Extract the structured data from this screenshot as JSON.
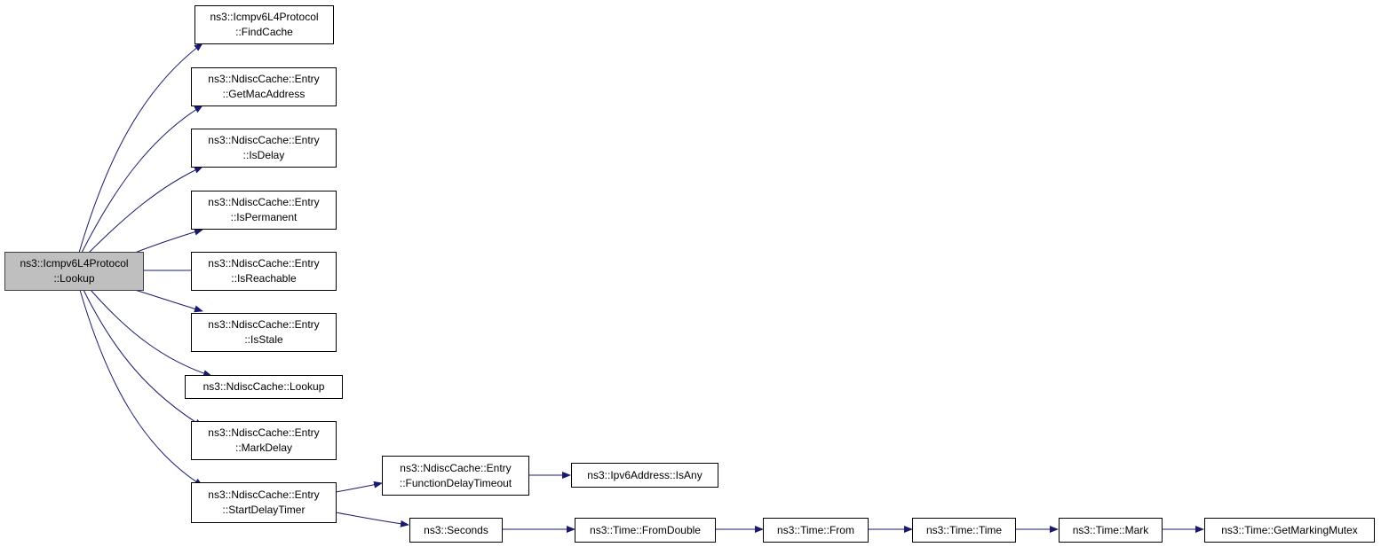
{
  "colors": {
    "edge": "#191970",
    "root_fill": "#bfbfbf",
    "node_fill": "#ffffff",
    "border": "#000000"
  },
  "nodes": {
    "root": {
      "line1": "ns3::Icmpv6L4Protocol",
      "line2": "::Lookup"
    },
    "findcache": {
      "line1": "ns3::Icmpv6L4Protocol",
      "line2": "::FindCache"
    },
    "getmac": {
      "line1": "ns3::NdiscCache::Entry",
      "line2": "::GetMacAddress"
    },
    "isdelay": {
      "line1": "ns3::NdiscCache::Entry",
      "line2": "::IsDelay"
    },
    "isperm": {
      "line1": "ns3::NdiscCache::Entry",
      "line2": "::IsPermanent"
    },
    "isreach": {
      "line1": "ns3::NdiscCache::Entry",
      "line2": "::IsReachable"
    },
    "isstale": {
      "line1": "ns3::NdiscCache::Entry",
      "line2": "::IsStale"
    },
    "ndlookup": {
      "line1": "ns3::NdiscCache::Lookup"
    },
    "markdelay": {
      "line1": "ns3::NdiscCache::Entry",
      "line2": "::MarkDelay"
    },
    "startdelay": {
      "line1": "ns3::NdiscCache::Entry",
      "line2": "::StartDelayTimer"
    },
    "funcdelay": {
      "line1": "ns3::NdiscCache::Entry",
      "line2": "::FunctionDelayTimeout"
    },
    "isany": {
      "line1": "ns3::Ipv6Address::IsAny"
    },
    "seconds": {
      "line1": "ns3::Seconds"
    },
    "fromdouble": {
      "line1": "ns3::Time::FromDouble"
    },
    "from": {
      "line1": "ns3::Time::From"
    },
    "time": {
      "line1": "ns3::Time::Time"
    },
    "mark": {
      "line1": "ns3::Time::Mark"
    },
    "getmutex": {
      "line1": "ns3::Time::GetMarkingMutex"
    }
  }
}
